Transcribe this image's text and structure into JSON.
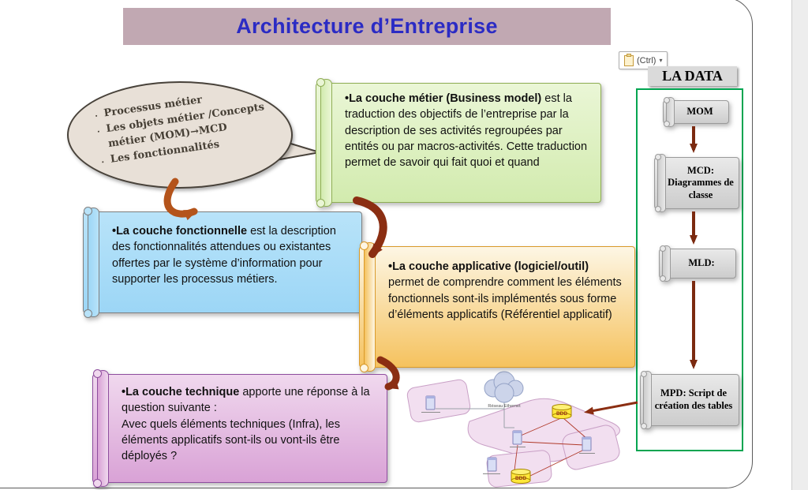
{
  "slide": {
    "title": "Architecture d’Entreprise"
  },
  "paste_button": {
    "label": "(Ctrl)",
    "caret": "▾"
  },
  "bubble": {
    "items": [
      "Processus métier",
      "Les objets métier /Concepts métier (MOM)→MCD",
      "Les fonctionnalités"
    ]
  },
  "scrolls": {
    "business": {
      "lead": "•La couche métier (Business model)",
      "rest": " est la traduction des objectifs de l’entreprise par la description de ses  activités  regroupées par entités ou par macros-activités. Cette traduction permet de savoir  qui fait quoi et quand"
    },
    "functional": {
      "lead": "•La couche fonctionnelle",
      "rest": "  est la description des fonctionnalités attendues ou existantes offertes par le système d’information pour supporter les processus métiers."
    },
    "applicative": {
      "lead": "•La couche applicative (logiciel/outil)",
      "rest": " permet de comprendre comment les éléments fonctionnels sont-ils implémentés sous forme d’éléments applicatifs (Référentiel applicatif)"
    },
    "technical": {
      "lead": "•La couche technique",
      "rest": "  apporte une réponse à la question suivante :\nAvec quels éléments techniques (Infra), les éléments applicatifs sont-ils ou vont-ils être déployés ?"
    }
  },
  "data_panel": {
    "title": "LA DATA",
    "nodes": [
      {
        "label": "MOM"
      },
      {
        "label": "MCD: Diagrammes de classe"
      },
      {
        "label": "MLD:"
      },
      {
        "label": "MPD: Script de création des tables"
      }
    ]
  },
  "diagram": {
    "network_label": "Réseau Ethernet",
    "db1_label": "BDD",
    "db2_label": "BDD"
  },
  "colors": {
    "arrow_dark": "#7b2a10",
    "arrow_red": "#8b2e12",
    "arrow_orange": "#b4541b",
    "panel_border": "#00a550",
    "title_text": "#2b2bc4",
    "title_bg": "#c1a8b2"
  }
}
